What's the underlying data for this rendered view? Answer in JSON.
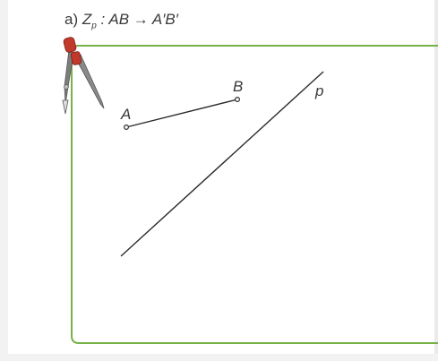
{
  "heading": {
    "part": "a)",
    "map_symbol": "Z",
    "map_subscript": "p",
    "mapping": ": AB → A′B′"
  },
  "labels": {
    "point_a": "A",
    "point_b": "B",
    "line_p": "p"
  },
  "colors": {
    "frame": "#77b148",
    "line": "#2b2b2b",
    "compass_red": "#c0392b",
    "text": "#3a3a3a"
  },
  "icons": {
    "tool": "compass-icon"
  }
}
